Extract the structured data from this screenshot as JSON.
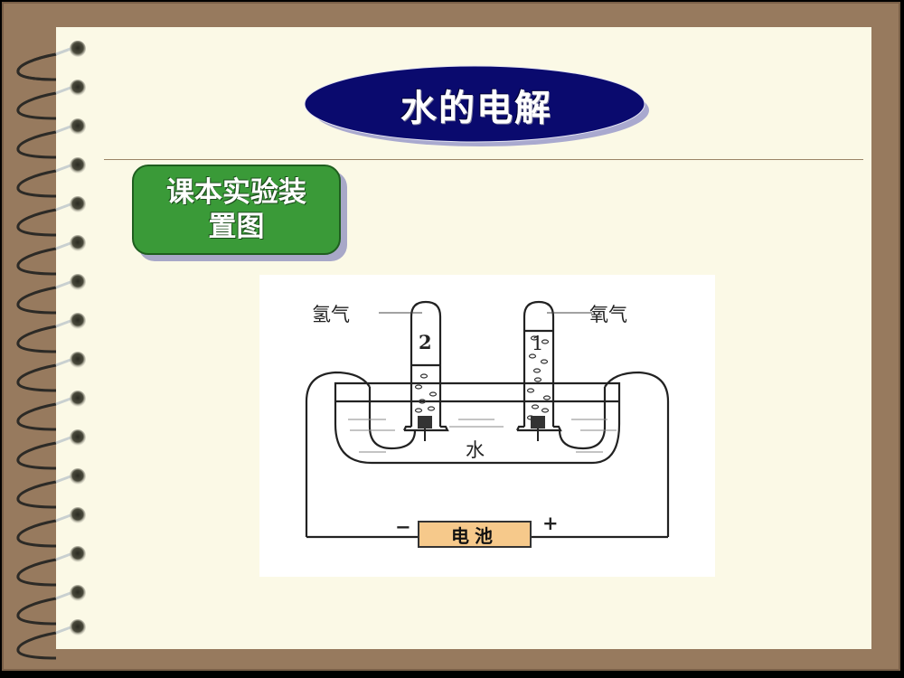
{
  "slide": {
    "title": "水的电解",
    "subtitle_box": {
      "line1": "课本实验装",
      "line2": "置图"
    }
  },
  "colors": {
    "frame": "#977a5e",
    "page": "#fbf9e6",
    "title_ellipse": "#0a0a6e",
    "green_box": "#3a9a38",
    "battery": "#f6c98b"
  },
  "diagram": {
    "left_gas_label": "氢气",
    "right_gas_label": "氧气",
    "left_tube_number": "2",
    "right_tube_number": "1",
    "water_label": "水",
    "battery_label": "电池",
    "negative_terminal": "−",
    "positive_terminal": "+"
  }
}
